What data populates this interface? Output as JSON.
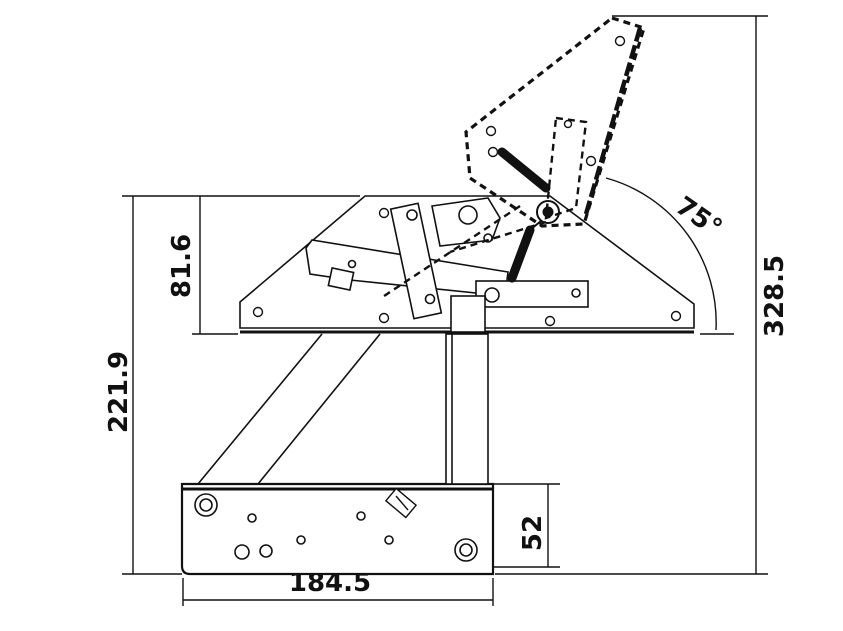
{
  "dimensions": {
    "height_mechanism": "81.6",
    "height_lower": "221.9",
    "height_total": "328.5",
    "height_base": "52",
    "width_base": "184.5",
    "angle": "75°"
  }
}
